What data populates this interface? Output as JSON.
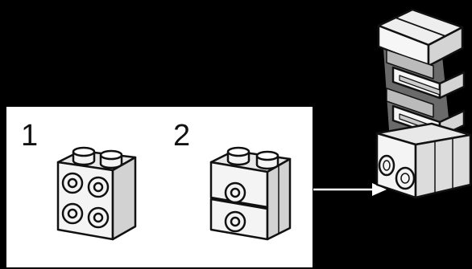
{
  "steps": [
    {
      "number": "1",
      "part": "brick-2x2-with-studs-on-side"
    },
    {
      "number": "2",
      "part": "brick-2x2-with-side-studs-assembled"
    }
  ],
  "result": {
    "part": "assembled-tower-model"
  },
  "icons": [
    "arrow-right-icon"
  ],
  "colors": {
    "background": "#000000",
    "panel": "#ffffff",
    "brick_face": "#f2f2f2",
    "brick_shade": "#d4d4d4",
    "outline": "#111111"
  }
}
